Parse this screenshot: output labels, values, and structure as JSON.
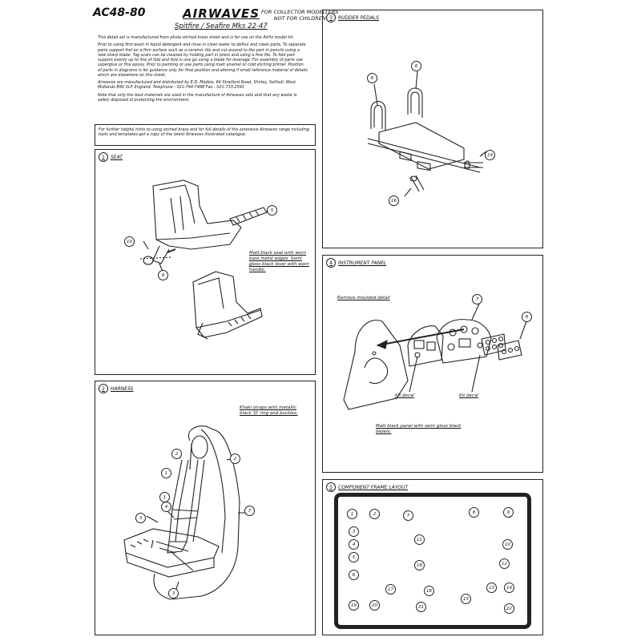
{
  "header": {
    "code": "AC48-80",
    "brand": "AIRWAVES",
    "collector_line1": "FOR COLLECTOR MODELLERS",
    "collector_line2": "NOT FOR CHILDREN",
    "model": "Spitfire / Seafire Mks 22-47"
  },
  "intro": {
    "para1": "This detail set is manufactured from photo etched brass sheet and is for use on the Airfix model kit.",
    "para2": "Prior to using first wash in liquid detergent and rinse in clean water to deflux and clean parts. To separate parts support fret on a firm surface such as a ceramic tile and cut around to the part in pencils using a new sharp blade. Tag scars can be cleaned by holding part in pliers and using a fine file. To fold part support evenly up to line of fold and fold in one go using a blade for leverage. For assembly of parts use superglue or fine epoxy. Prior to painting or use parts using matt enamel or cold etching primer. Position of parts in diagrams is for guidance only for final position and altering if small reference material of details which are elsewhere on this sheet.",
    "para3": "Airwaves are manufactured and distributed by E.D. Models, 64 Stratford Road, Shirley, Solihull, West Midlands B90 3LP, England. Telephone - 021-744-7488 Fax - 021-733-2591",
    "para4": "Note that only the best materials are used in the manufacture of Airwaves sets and that any waste is safely disposed of protecting the environment.",
    "box_note": "For further helpful hints to using etched brass and for full details of the extensive Airwaves range including tools and templates get a copy of the latest Airwaves illustrated catalogue."
  },
  "sections": {
    "seat": {
      "num": "1",
      "title": "SEAT",
      "note": "Matt black seat with worn bare metal edges. Semi gloss black lever with worn handle.",
      "parts": [
        "5",
        "10",
        "9"
      ]
    },
    "harness": {
      "num": "2",
      "title": "HARNESS",
      "note": "Khaki straps with metallic black 'D' ring and buckles.",
      "parts": [
        "2",
        "1",
        "2",
        "1",
        "3",
        "4",
        "7",
        "3"
      ]
    },
    "rudder": {
      "num": "3",
      "title": "RUDDER PEDALS",
      "parts": [
        "6",
        "6",
        "14",
        "16"
      ]
    },
    "instrument": {
      "num": "4",
      "title": "INSTRUMENT PANEL",
      "remove": "Remove moulded detail",
      "kit_decal_1": "Kit decal",
      "kit_decal_2": "Kit decal",
      "note": "Matt black panel with semi gloss black bezels.",
      "parts": [
        "7",
        "8"
      ]
    },
    "frame": {
      "num": "5",
      "title": "COMPONENT FRAME LAYOUT",
      "parts": [
        "1",
        "2",
        "7",
        "8",
        "9",
        "3",
        "4",
        "5",
        "11",
        "10",
        "6",
        "12",
        "16",
        "17",
        "18",
        "15",
        "13",
        "14",
        "19",
        "20",
        "21",
        "22"
      ]
    }
  }
}
